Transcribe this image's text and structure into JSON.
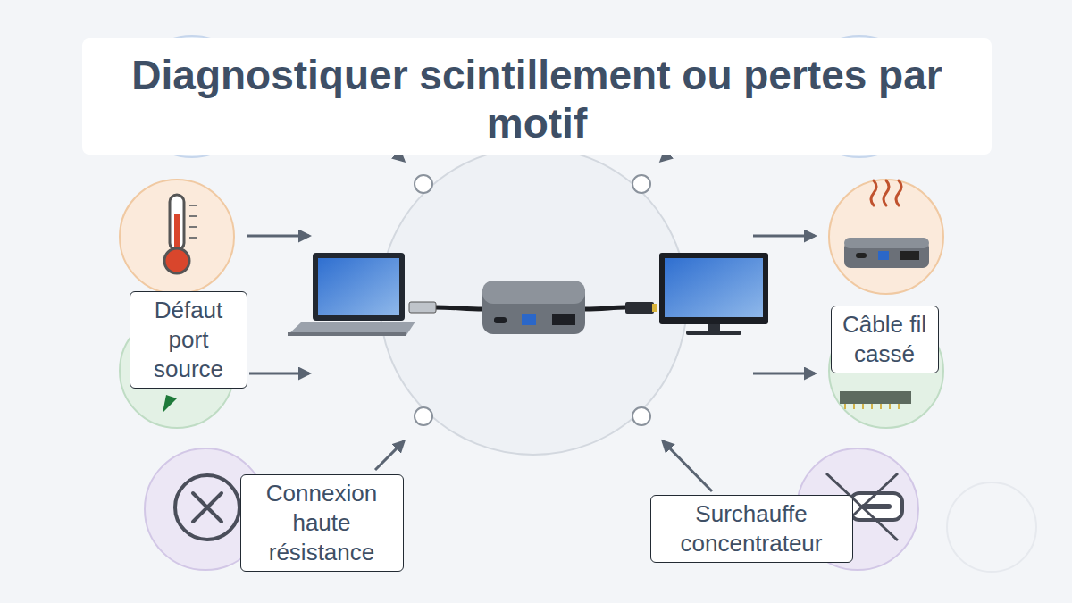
{
  "diagram": {
    "title": "Diagnostiquer scintillement ou pertes par motif",
    "nodes": [
      {
        "text": [
          "Défaut port source"
        ]
      },
      {
        "text": [
          "Câble fil cassé"
        ]
      },
      {
        "text": [
          "Connexion haute résistance"
        ]
      },
      {
        "text": [
          "Surchauffe concentrateur"
        ]
      }
    ]
  }
}
